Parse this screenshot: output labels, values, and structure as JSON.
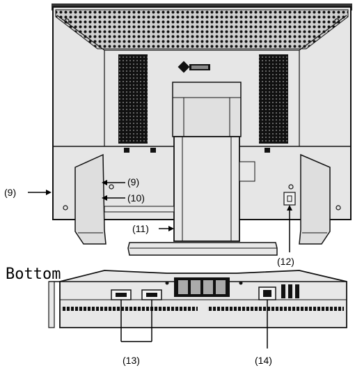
{
  "diagram": {
    "callouts": {
      "c9_outer": "(9)",
      "c9_inner": "(9)",
      "c10": "(10)",
      "c11": "(11)",
      "c12": "(12)",
      "c13": "(13)",
      "c14": "(14)"
    },
    "section_title": "Bottom"
  }
}
